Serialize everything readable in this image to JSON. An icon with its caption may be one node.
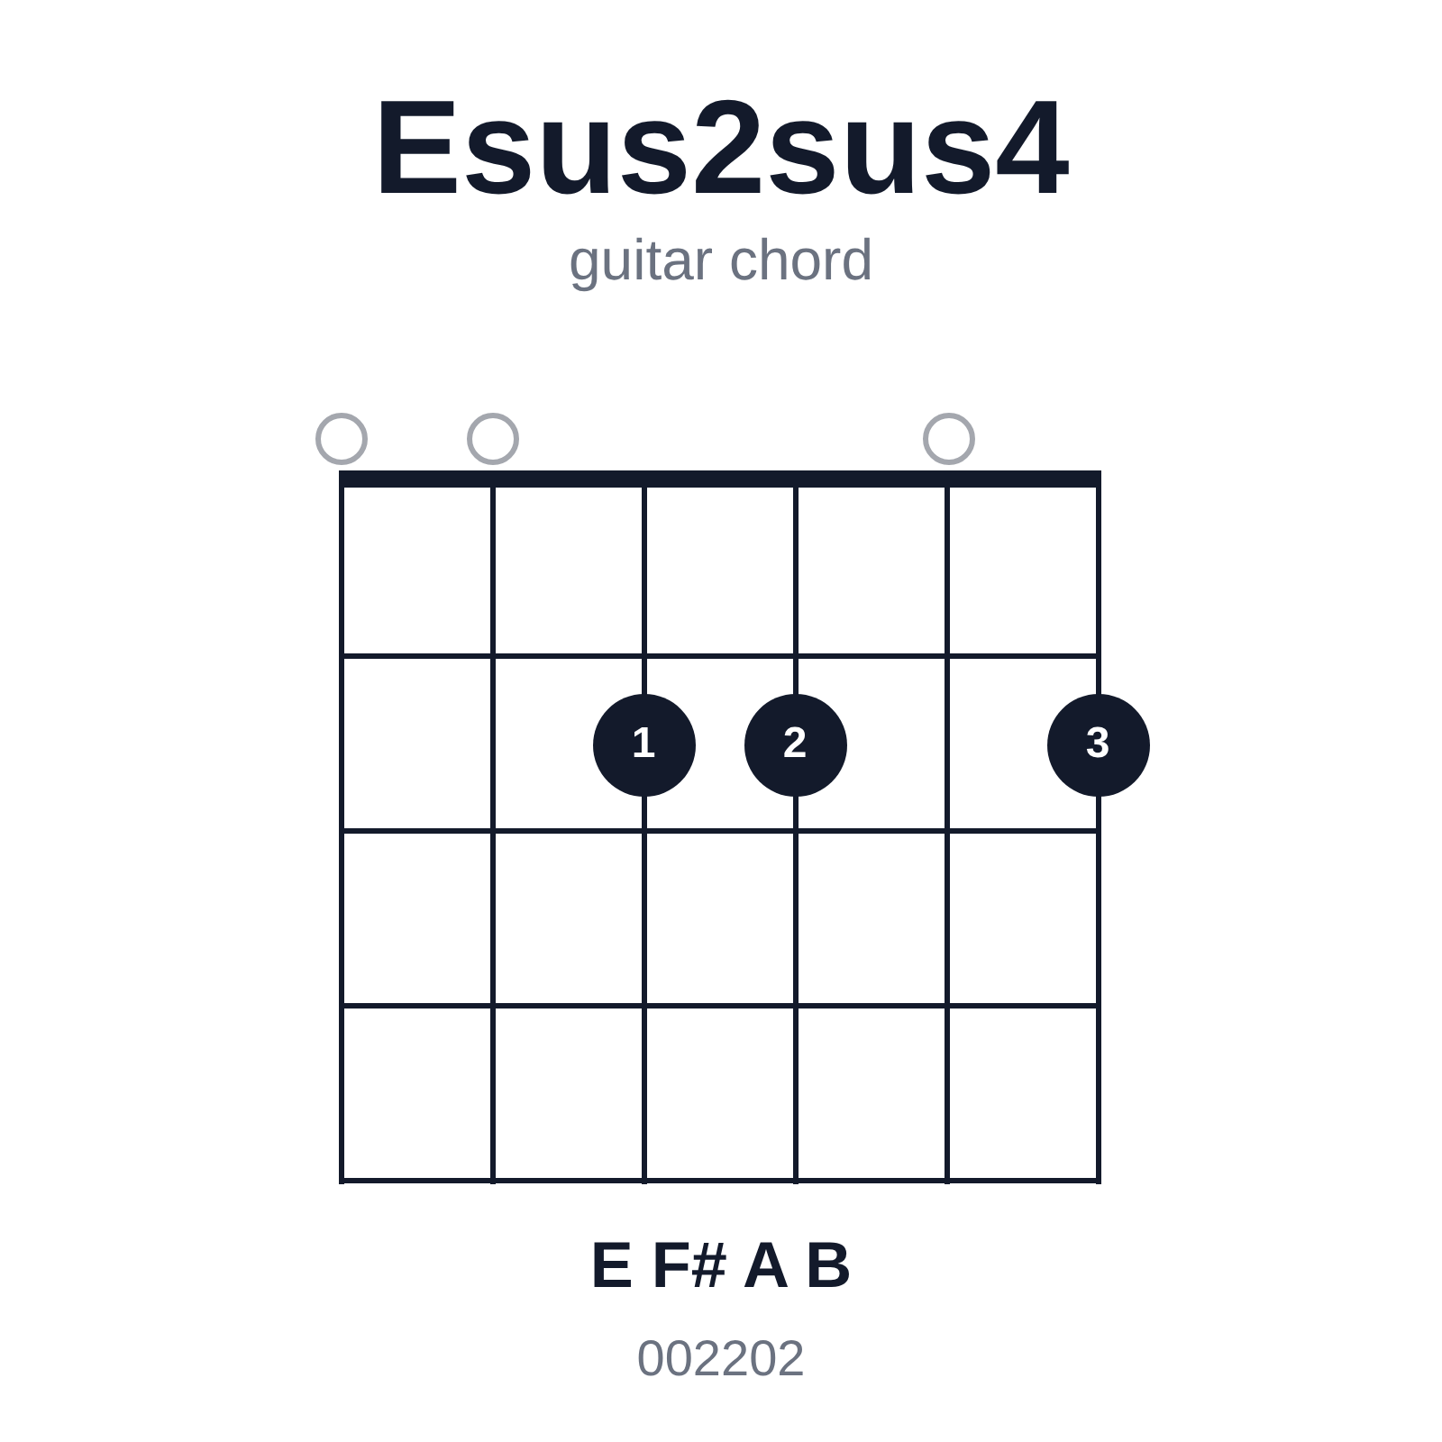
{
  "diagram": {
    "title": "Esus2sus4",
    "nodes": [
      {
        "text": [],
        "shape": "circle"
      },
      {
        "text": [],
        "shape": "circle"
      },
      {
        "text": [],
        "shape": "circle"
      },
      {
        "text": [
          "1"
        ]
      },
      {
        "text": [
          "2"
        ]
      },
      {
        "text": [
          "3"
        ]
      }
    ],
    "labels": [
      "guitar chord",
      "E F# A B",
      "002202"
    ]
  }
}
